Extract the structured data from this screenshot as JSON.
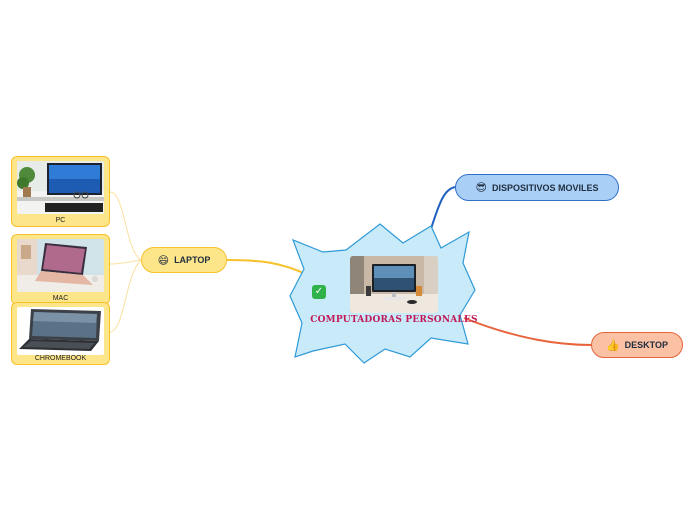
{
  "central_topic": {
    "title": "COMPUTADORAS PERSONALES",
    "check_icon": "✓",
    "colors": {
      "fill": "#c9eaf9",
      "stroke": "#2f9ad8",
      "title": "#c01a58"
    }
  },
  "branches": {
    "laptop": {
      "label": "LAPTOP",
      "emoji": "😄",
      "color": "#f6c12a"
    },
    "moviles": {
      "label": "DISPOSITIVOS MOVILES",
      "emoji": "😎",
      "color": "#2f6fc6"
    },
    "desktop": {
      "label": "DESKTOP",
      "emoji": "👍",
      "color": "#e8643c"
    }
  },
  "laptop_children": [
    {
      "caption": "PC",
      "image": "desktop-pc-photo"
    },
    {
      "caption": "MAC",
      "image": "macbook-photo"
    },
    {
      "caption": "CHROMEBOOK",
      "image": "chromebook-photo"
    }
  ]
}
